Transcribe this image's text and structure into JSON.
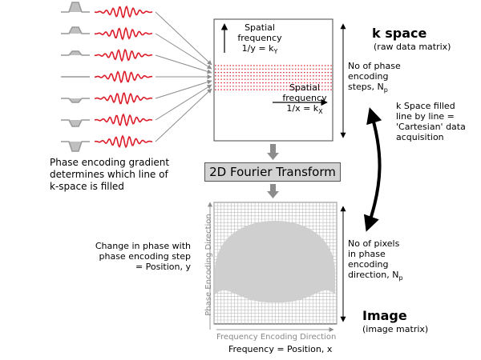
{
  "kspace": {
    "title": "k space",
    "subtitle": "(raw data matrix)",
    "ky_line1": "Spatial",
    "ky_line2": "frequency",
    "ky_line3": "1/y = kY",
    "kx_line1": "Spatial",
    "kx_line2": "frequency",
    "kx_line3": "1/x = kX",
    "phase_steps": [
      "No of phase",
      "encoding",
      "steps, Np"
    ]
  },
  "filling_note": [
    "k Space filled",
    "line by line =",
    "'Cartesian' data",
    "acquisition"
  ],
  "gradient_caption": [
    "Phase encoding gradient",
    "determines which line of",
    "k-space is filled"
  ],
  "transform_label": "2D Fourier Transform",
  "image": {
    "title": "Image",
    "subtitle": "(image matrix)",
    "pixels_note": [
      "No of pixels",
      "in phase",
      "encoding",
      "direction, Np"
    ],
    "phase_direction": "Phase Encoding Direction",
    "freq_direction": "Frequency Encoding Direction",
    "freq_position": "Frequency = Position, x",
    "phase_change": [
      "Change in phase with",
      "phase encoding step",
      "= Position, y"
    ]
  },
  "colors": {
    "signal": "#dd1c2a",
    "gradient": "#999999",
    "arrow": "#8c8c8c",
    "grid": "#bdbdbd"
  }
}
